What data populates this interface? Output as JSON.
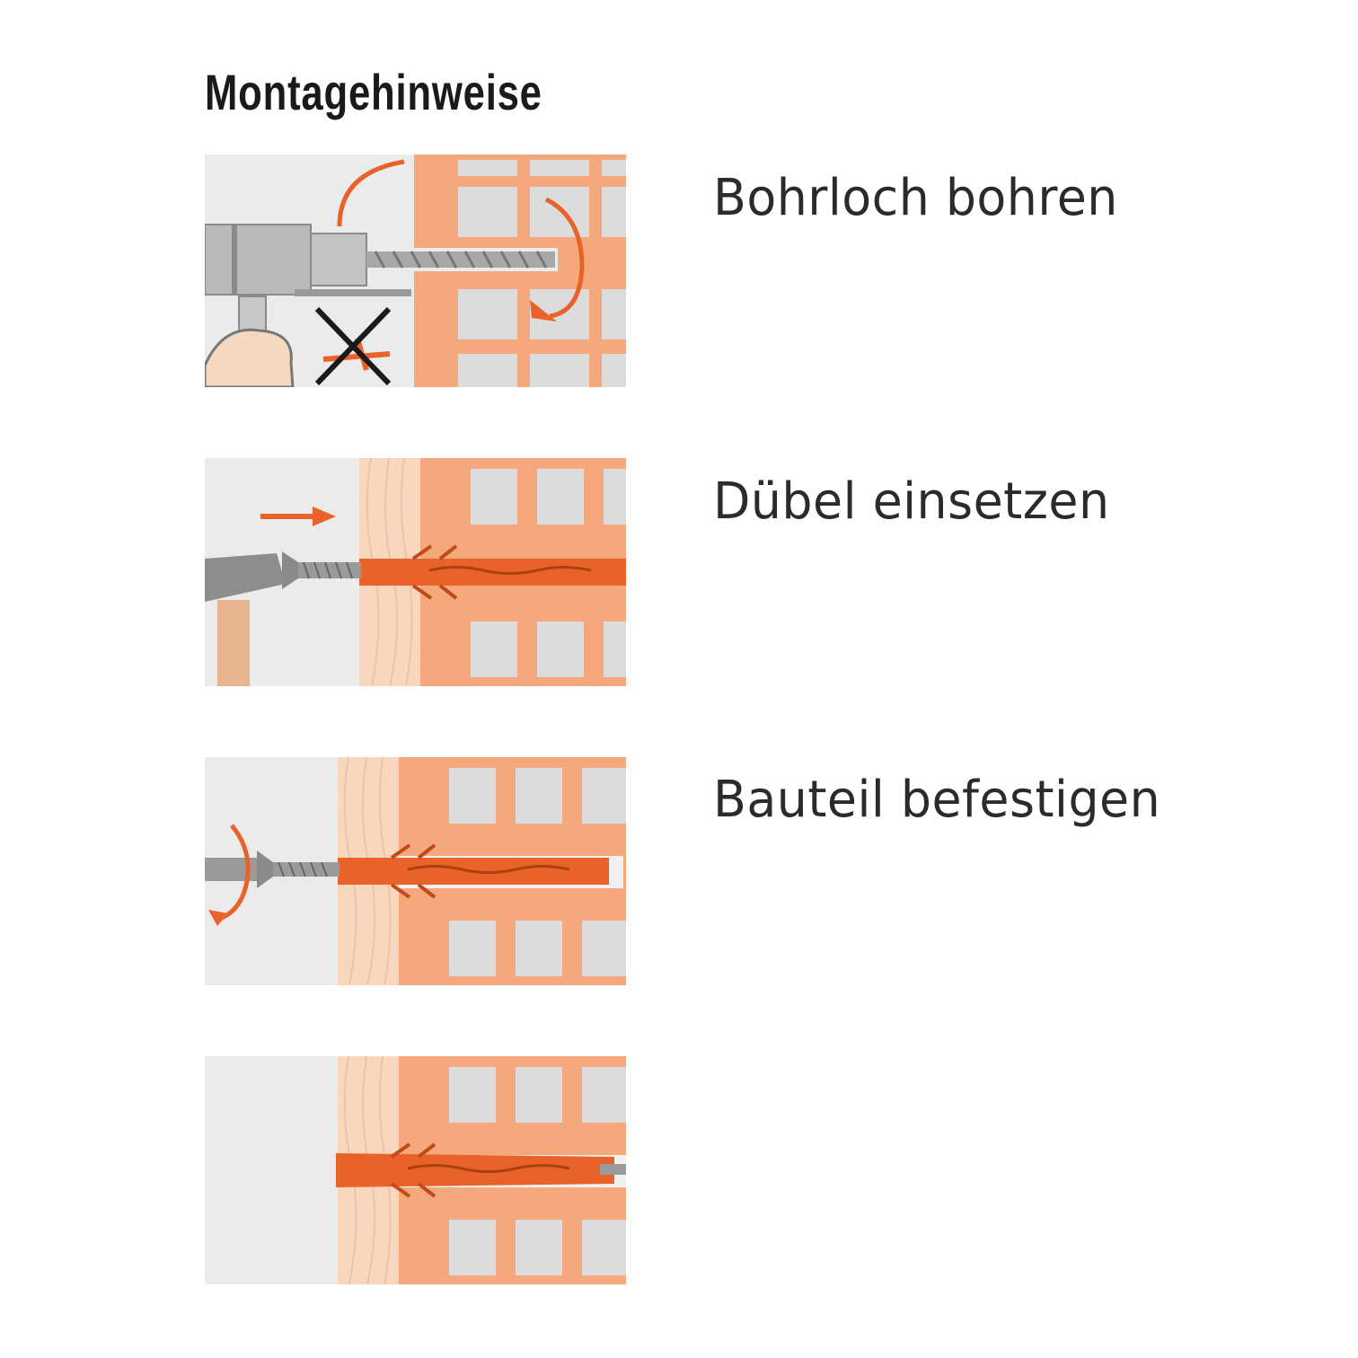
{
  "title": "Montagehinweise",
  "steps": [
    {
      "label": "Bohrloch bohren",
      "icon": "drill-illustration"
    },
    {
      "label": "Dübel einsetzen",
      "icon": "hammer-dowel-illustration"
    },
    {
      "label": "Bauteil befestigen",
      "icon": "screwdriver-illustration"
    },
    {
      "label": "",
      "icon": "installed-dowel-illustration"
    }
  ],
  "colors": {
    "brick": "#f4a87c",
    "brick_hole": "#dcdcdc",
    "dowel": "#e8622a",
    "arrow": "#e8622a",
    "metal": "#9a9a9a",
    "background": "#ebebeb",
    "wood": "#f8d7be"
  }
}
